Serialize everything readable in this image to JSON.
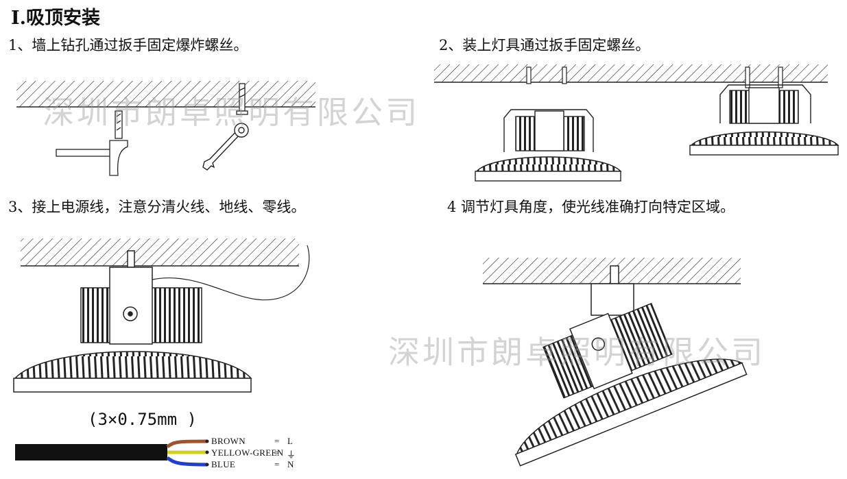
{
  "title": "Ⅰ.吸顶安装",
  "steps": [
    {
      "text": "1、墙上钻孔通过扳手固定爆炸螺丝。"
    },
    {
      "text": "2、装上灯具通过扳手固定螺丝。"
    },
    {
      "text": "3、接上电源线，注意分清火线、地线、零线。"
    },
    {
      "text": "4 调节灯具角度，使光线准确打向特定区域。"
    }
  ],
  "cable_spec": "(3×0.75mm )",
  "wires": [
    {
      "name": "BROWN",
      "code": "L",
      "color": "#a0522d"
    },
    {
      "name": "YELLOW-GREEN",
      "code": "⏚",
      "color": "#d4cf1a"
    },
    {
      "name": "BLUE",
      "code": "N",
      "color": "#1f3fd1"
    }
  ],
  "watermark": "深圳市朗卓照明有限公司"
}
